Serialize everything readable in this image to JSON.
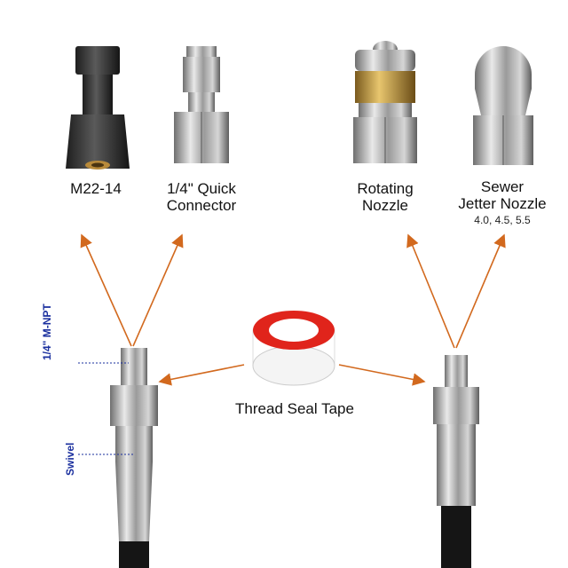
{
  "fittings": [
    {
      "name": "M22-14"
    },
    {
      "name_line1": "1/4\" Quick",
      "name_line2": "Connector"
    },
    {
      "name_line1": "Rotating",
      "name_line2": "Nozzle"
    },
    {
      "name_line1": "Sewer",
      "name_line2": "Jetter Nozzle",
      "sizes": "4.0, 4.5, 5.5"
    }
  ],
  "tape_label": "Thread Seal Tape",
  "annotations": {
    "npt": "1/4\" M-NPT",
    "swivel": "Swivel"
  },
  "colors": {
    "arrow": "#d2691e",
    "annotation": "#1a2f9e",
    "tape_red": "#e0241b"
  }
}
